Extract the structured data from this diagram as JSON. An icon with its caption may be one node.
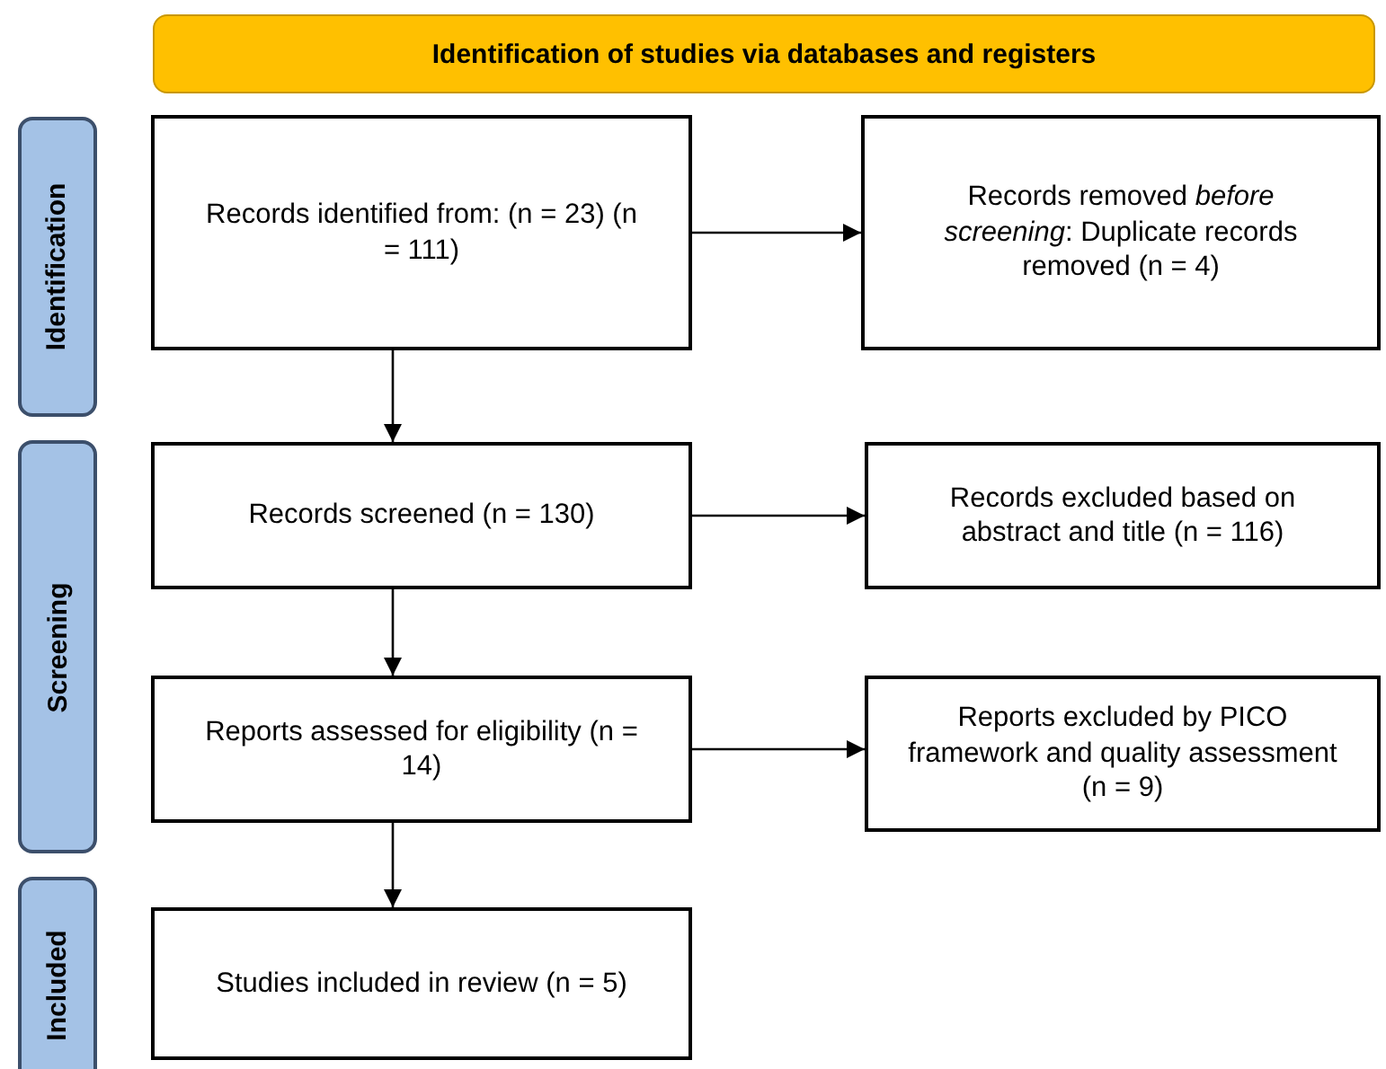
{
  "diagram": {
    "nodes": [
      {
        "text": [
          "Identification of studies via databases and registers"
        ]
      },
      {
        "text": [
          "Identification"
        ]
      },
      {
        "text": [
          "Records identified from: (n = 23) (n = 111)"
        ]
      },
      {
        "text": [
          "Records removed *before screening*: Duplicate records removed (n = 4)"
        ]
      },
      {
        "text": [
          "Screening"
        ]
      },
      {
        "text": [
          "Records screened (n = 130)"
        ]
      },
      {
        "text": [
          "Records excluded based on abstract and title (n = 116)"
        ]
      },
      {
        "text": [
          "Reports assessed for eligibility (n = 14)"
        ]
      },
      {
        "text": [
          "Reports excluded by PICO framework and quality assessment (n = 9)"
        ]
      },
      {
        "text": [
          "Included"
        ]
      },
      {
        "text": [
          "Studies included in review (n = 5)"
        ]
      }
    ],
    "edges": [
      {
        "from": 2,
        "to": 3,
        "arrow": "to"
      },
      {
        "from": 2,
        "to": 5,
        "arrow": "to"
      },
      {
        "from": 5,
        "to": 6,
        "arrow": "to"
      },
      {
        "from": 5,
        "to": 7,
        "arrow": "to"
      },
      {
        "from": 7,
        "to": 8,
        "arrow": "to"
      },
      {
        "from": 7,
        "to": 10,
        "arrow": "to"
      }
    ]
  }
}
